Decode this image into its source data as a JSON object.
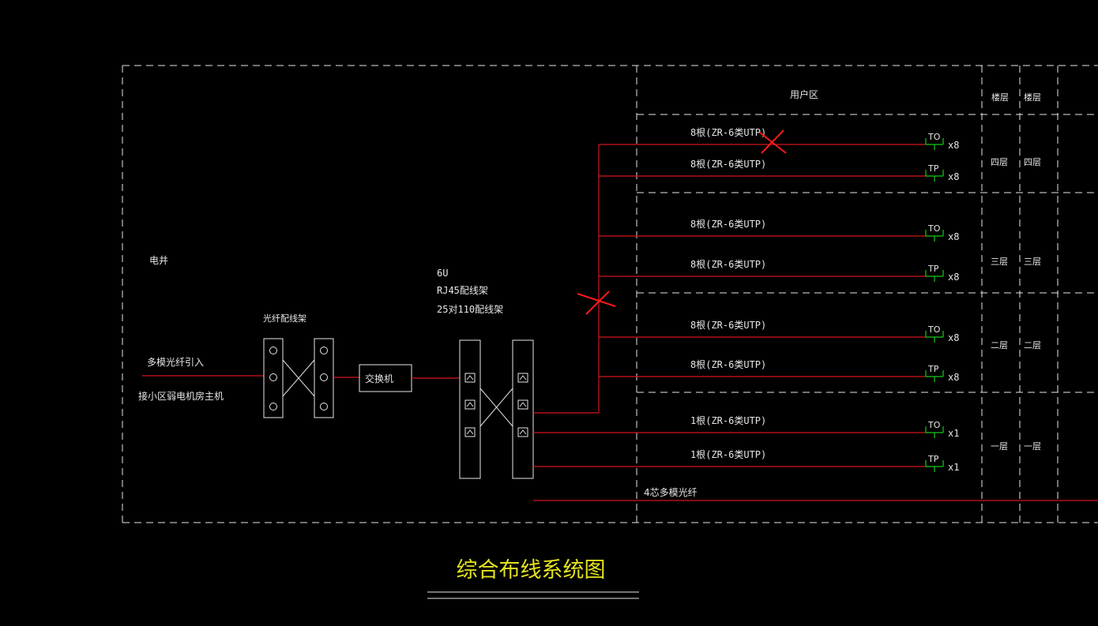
{
  "colors": {
    "background": "#000000",
    "frame": "#e6e6e6",
    "cable": "#d4151c",
    "outlet": "#18c81a",
    "title": "#e4e21e",
    "mark": "#ff1a1a"
  },
  "header": {
    "user_area": "用户区",
    "floor_col_1": "楼层",
    "floor_col_2": "楼层"
  },
  "left": {
    "shaft": "电井",
    "fiber_in": "多模光纤引入",
    "host": "接小区弱电机房主机",
    "odf": "光纤配线架",
    "switch": "交换机",
    "rack_line1": "6U",
    "rack_line2": "RJ45配线架",
    "rack_line3": "25对110配线架"
  },
  "floors": [
    {
      "label": "四层",
      "runs": [
        {
          "cable": "8根(ZR-6类UTP)",
          "outlet": "TO",
          "qty": "x8"
        },
        {
          "cable": "8根(ZR-6类UTP)",
          "outlet": "TP",
          "qty": "x8"
        }
      ]
    },
    {
      "label": "三层",
      "runs": [
        {
          "cable": "8根(ZR-6类UTP)",
          "outlet": "TO",
          "qty": "x8"
        },
        {
          "cable": "8根(ZR-6类UTP)",
          "outlet": "TP",
          "qty": "x8"
        }
      ]
    },
    {
      "label": "二层",
      "runs": [
        {
          "cable": "8根(ZR-6类UTP)",
          "outlet": "TO",
          "qty": "x8"
        },
        {
          "cable": "8根(ZR-6类UTP)",
          "outlet": "TP",
          "qty": "x8"
        }
      ]
    },
    {
      "label": "一层",
      "runs": [
        {
          "cable": "1根(ZR-6类UTP)",
          "outlet": "TO",
          "qty": "x1"
        },
        {
          "cable": "1根(ZR-6类UTP)",
          "outlet": "TP",
          "qty": "x1"
        }
      ]
    }
  ],
  "fiber_out": "4芯多模光纤",
  "title": "综合布线系统图"
}
